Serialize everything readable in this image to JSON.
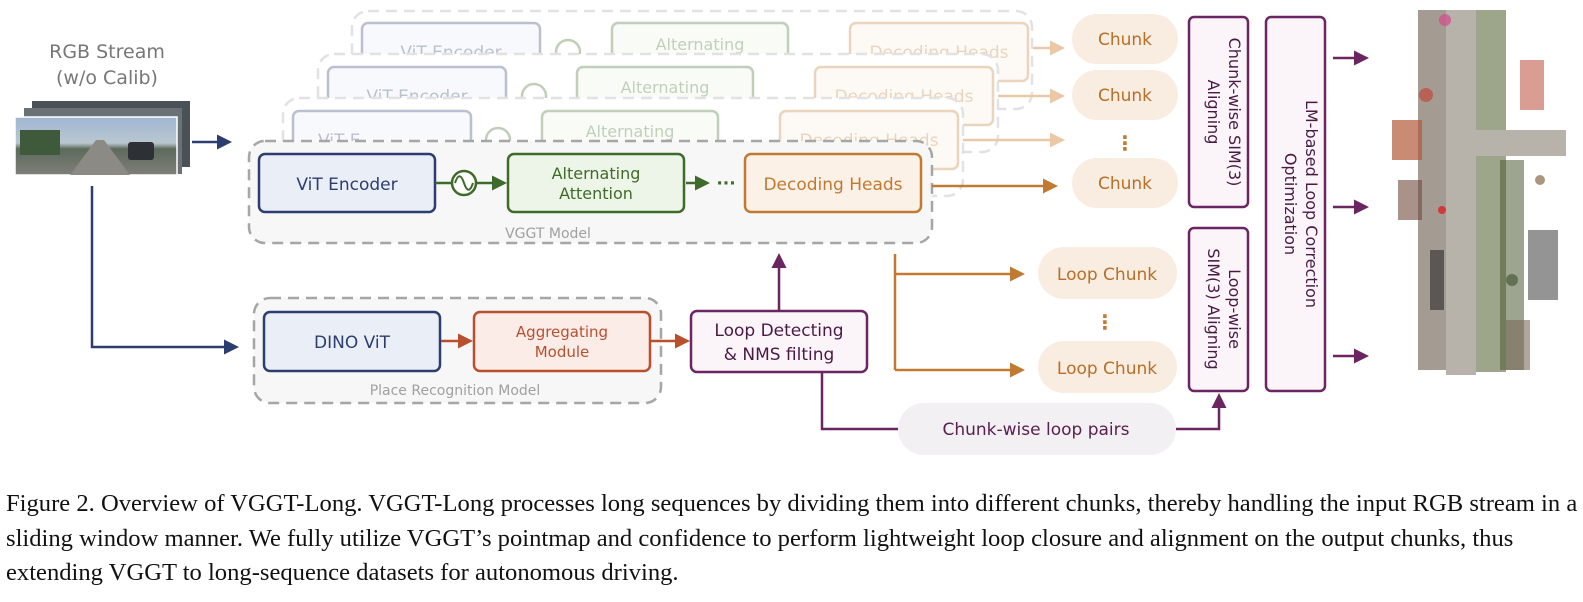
{
  "input": {
    "label_line1": "RGB Stream",
    "label_line2": "(w/o Calib)"
  },
  "vggt": {
    "encoder": "ViT Encoder",
    "attention_line1": "Alternating",
    "attention_line2": "Attention",
    "ellipsis": "···",
    "decoder": "Decoding Heads",
    "caption": "VGGT Model"
  },
  "background_stack": {
    "encoder": "ViT Encoder",
    "encoder_partial": "ViT E",
    "attention": "Alternating",
    "decoder": "Decoding Heads"
  },
  "place_recognition": {
    "encoder": "DINO ViT",
    "aggregator_line1": "Aggregating",
    "aggregator_line2": "Module",
    "caption": "Place Recognition Model"
  },
  "loop_detect": {
    "line1": "Loop Detecting",
    "line2": "& NMS filting"
  },
  "chunks": {
    "chunk": "Chunk",
    "dots": "⋮"
  },
  "loop_chunks": {
    "chunk": "Loop Chunk",
    "dots": "⋮"
  },
  "loop_pairs": "Chunk-wise loop pairs",
  "chunk_align": {
    "line1": "Chunk-wise SIM(3)",
    "line2": "Aligning"
  },
  "loop_align": {
    "line1": "Loop-wise",
    "line2": "SIM(3) Aligning"
  },
  "optimization": {
    "line1": "LM-based Loop Correction",
    "line2": "Optimization"
  },
  "caption": "Figure 2. Overview of VGGT-Long. VGGT-Long processes long sequences by dividing them into different chunks, thereby handling the input RGB stream in a sliding window manner. We fully utilize VGGT’s pointmap and confidence to perform lightweight loop closure and alignment on the output chunks, thus extending VGGT to long-sequence datasets for autonomous driving.",
  "colors": {
    "blue": "#2c3e70",
    "blue_fill": "#e9eef7",
    "green": "#3f6b2a",
    "green_fill": "#edf5e8",
    "orange": "#c27a33",
    "orange_fill": "#fbf1e6",
    "rust": "#b8502e",
    "rust_fill": "#fbece8",
    "purple": "#6b2560",
    "purple_fill": "#fbf5fa",
    "chunk_fill": "#f9ece0",
    "pairs_fill": "#f2f0f2",
    "dash": "#a6a6a6"
  }
}
